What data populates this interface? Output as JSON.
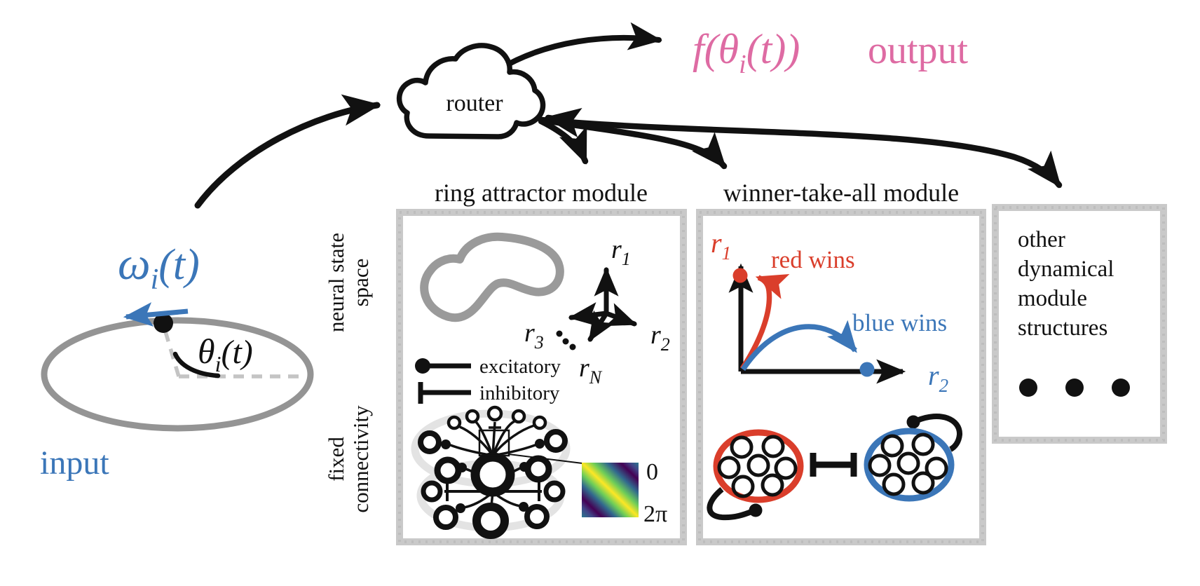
{
  "colors": {
    "blue": "#3b76b8",
    "pink": "#de6ba3",
    "red": "#da3e2b",
    "ring_gray": "#949494",
    "box_border_gray": "#c9c9c9",
    "pale_ring_gray": "#e3e3e3",
    "viridis": [
      "#440154",
      "#414487",
      "#31688e",
      "#2a788e",
      "#35b779",
      "#6ece58",
      "#fde725"
    ]
  },
  "router": {
    "label": "router"
  },
  "output": {
    "formula": {
      "main": "f(θ",
      "sub": "i",
      "tail": "(t))"
    },
    "label": "output"
  },
  "input": {
    "omega": {
      "main": "ω",
      "sub": "i",
      "tail": "(t)"
    },
    "theta": {
      "main": "θ",
      "sub": "i",
      "tail": "(t)"
    },
    "label": "input"
  },
  "ring_module": {
    "title": "ring attractor module",
    "side_top": [
      "neural state",
      "space"
    ],
    "side_bottom": [
      "fixed",
      "connectivity"
    ],
    "legend": {
      "excitatory": "excitatory",
      "inhibitory": "inhibitory"
    },
    "axes": {
      "r1": {
        "main": "r",
        "sub": "1"
      },
      "r2": {
        "main": "r",
        "sub": "2"
      },
      "r3": {
        "main": "r",
        "sub": "3"
      },
      "rN": {
        "main": "r",
        "sub": "N"
      }
    },
    "heatmap": {
      "zero": "0",
      "two_pi": "2π"
    }
  },
  "wta_module": {
    "title": "winner-take-all module",
    "axes": {
      "r1": {
        "main": "r",
        "sub": "1"
      },
      "r2": {
        "main": "r",
        "sub": "2"
      }
    },
    "red_wins": "red wins",
    "blue_wins": "blue wins"
  },
  "other_module": {
    "lines": [
      "other",
      "dynamical",
      "module",
      "structures"
    ]
  }
}
